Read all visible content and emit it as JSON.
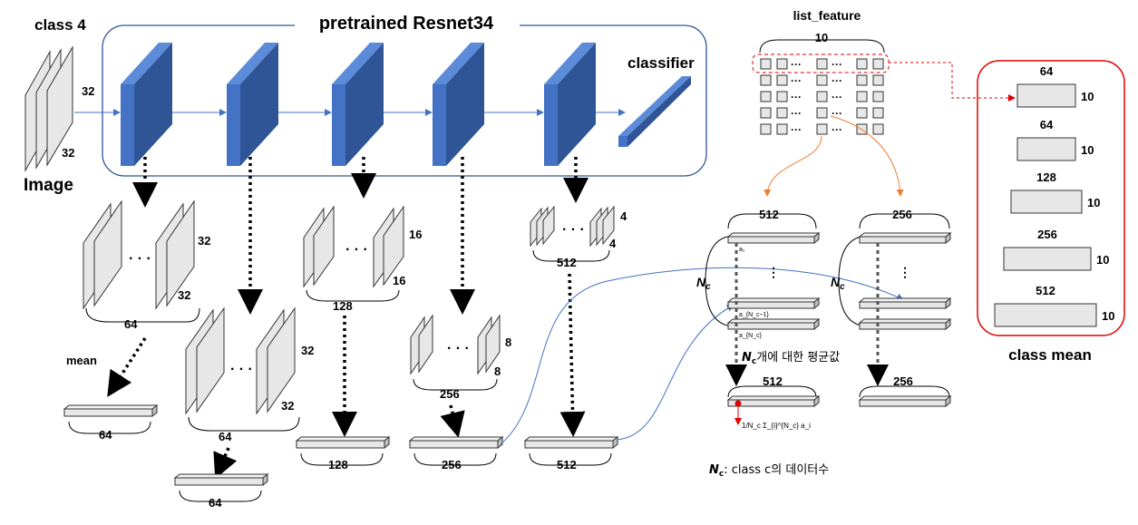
{
  "colors": {
    "conv_face": "#4472C4",
    "conv_side": "#2F5597",
    "conv_top": "#5B8BD9",
    "frame": "#2F5597",
    "map_fill": "#E7E7E7",
    "map_stroke": "#333333",
    "class_mean_border": "#E00000",
    "highlight_dash": "#E00000",
    "orange_arrow": "#ED7D31",
    "blue_arrow": "#4472C4"
  },
  "header": {
    "class_label": "class 4",
    "image_label": "Image",
    "image_dim_w": "32",
    "image_dim_h": "32",
    "backbone_title": "pretrained Resnet34",
    "classifier_label": "classifier"
  },
  "stages": [
    {
      "depth": "64",
      "size_w": "32",
      "size_h": "32",
      "vector": "64"
    },
    {
      "depth": "64",
      "size_w": "32",
      "size_h": "32",
      "vector": "64"
    },
    {
      "depth": "128",
      "size_w": "16",
      "size_h": "16",
      "vector": "128"
    },
    {
      "depth": "256",
      "size_w": "8",
      "size_h": "8",
      "vector": "256"
    },
    {
      "depth": "512",
      "size_w": "4",
      "size_h": "4",
      "vector": "512"
    }
  ],
  "mean_label": "mean",
  "ellipsis": "· · ·",
  "list_feature": {
    "title": "list_feature",
    "width_label": "10",
    "grid_row": [
      "□",
      "□",
      "···",
      "□",
      "···",
      "□",
      "□"
    ]
  },
  "detail": {
    "group_left_dim": "512",
    "group_right_dim": "256",
    "nc": "N",
    "nc_sub": "c",
    "alpha_1": "a₁",
    "alpha_nc_minus_1": "a_{N_c−1}",
    "alpha_nc": "a_{N_c}",
    "avg_text": "개에 대한 평균값",
    "result_left": "512",
    "result_right": "256",
    "formula": "1/N_c Σ_{i}^{N_c} a_i",
    "footnote_text": ": class c의 데이터수"
  },
  "class_mean": {
    "title": "class mean",
    "items": [
      {
        "dim": "64",
        "count": "10"
      },
      {
        "dim": "64",
        "count": "10"
      },
      {
        "dim": "128",
        "count": "10"
      },
      {
        "dim": "256",
        "count": "10"
      },
      {
        "dim": "512",
        "count": "10"
      }
    ]
  }
}
